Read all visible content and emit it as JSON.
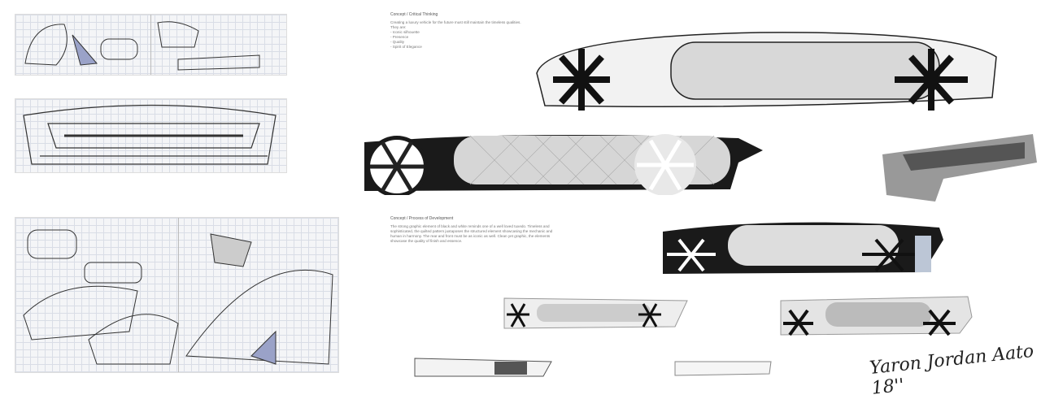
{
  "concept_1": {
    "heading": "Concept / Critical Thinking",
    "intro": "Creating a luxury vehicle for the future must still maintain the timeless qualities. They are:",
    "points": [
      "- Iconic silhouette",
      "- Presence",
      "- Quality",
      "- Spirit of Elegance"
    ]
  },
  "concept_2": {
    "heading": "Concept / Process of Development",
    "body": "The strong graphic element of black and white reminds one of a well loved tuxedo. Timeless and sophisticated, the quilted pattern juxtaposes the structured element showcasing the mechanic and human in harmony. The rear and front must be as iconic as well. Clean yet graphic, the elements showcase the quality of finish and essence."
  },
  "signature": "Yaron Jordan Aato 18''",
  "colors": {
    "ink": "#222222",
    "paper": "#f4f5f7",
    "grid": "#d9dde6",
    "accent_blue": "#8a93c0"
  }
}
